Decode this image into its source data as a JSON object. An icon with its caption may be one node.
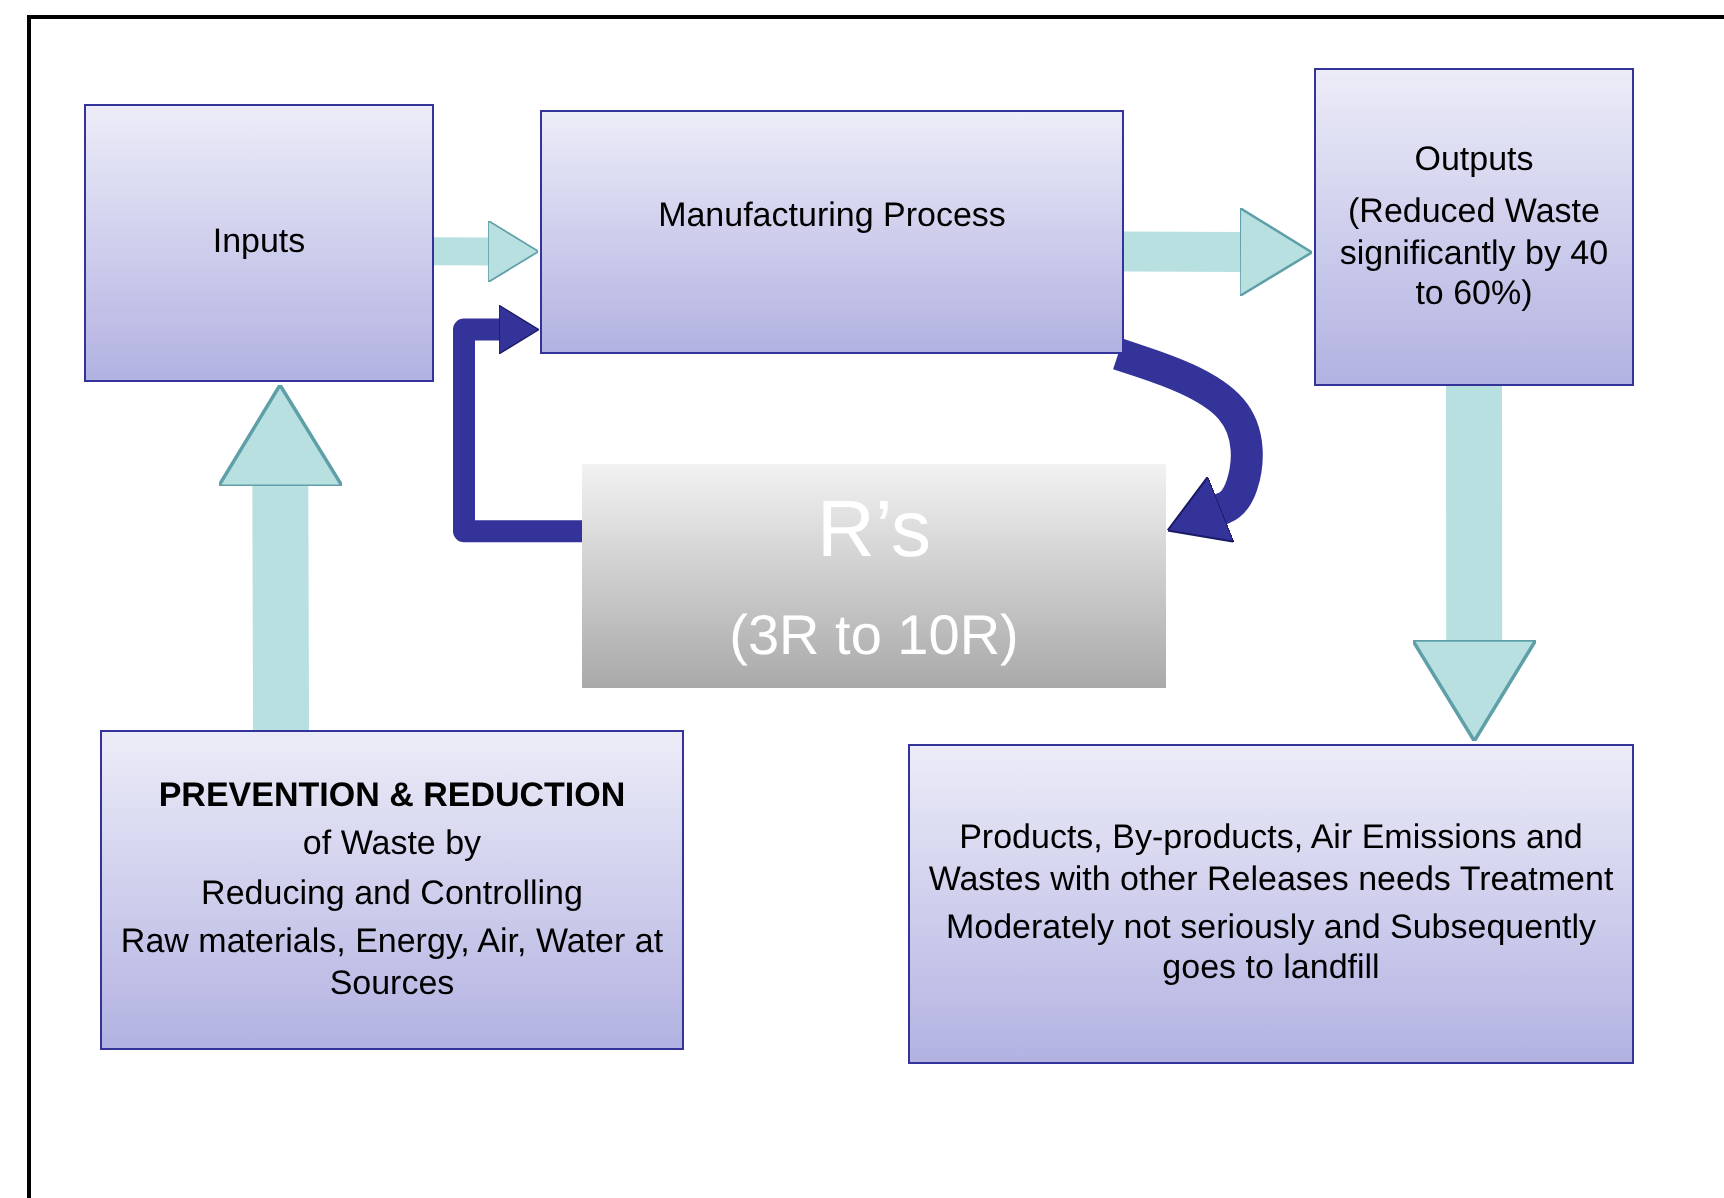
{
  "diagram": {
    "nodes": [
      {
        "text": [
          "Inputs"
        ]
      },
      {
        "text": [
          "Manufacturing Process"
        ]
      },
      {
        "text": [
          "Outputs",
          "(Reduced Waste significantly by 40 to 60%)"
        ]
      },
      {
        "text": [
          "R’s",
          "(3R to 10R)"
        ]
      },
      {
        "text": [
          "PREVENTION & REDUCTION",
          "of Waste by",
          "Reducing and Controlling",
          "Raw materials, Energy, Air, Water at Sources"
        ]
      },
      {
        "text": [
          "Products, By-products, Air Emissions and Wastes with other Releases needs Treatment",
          "Moderately not seriously and Subsequently goes to landfill"
        ]
      }
    ],
    "edges": [
      {
        "from": 0,
        "to": 1,
        "arrow": "to"
      },
      {
        "from": 1,
        "to": 2,
        "arrow": "to"
      },
      {
        "from": 2,
        "to": 5,
        "arrow": "to"
      },
      {
        "from": 4,
        "to": 0,
        "arrow": "to"
      },
      {
        "from": 1,
        "to": 3,
        "arrow": "to",
        "color": "#333399"
      },
      {
        "from": 3,
        "to": 1,
        "arrow": "to",
        "color": "#333399"
      }
    ]
  }
}
